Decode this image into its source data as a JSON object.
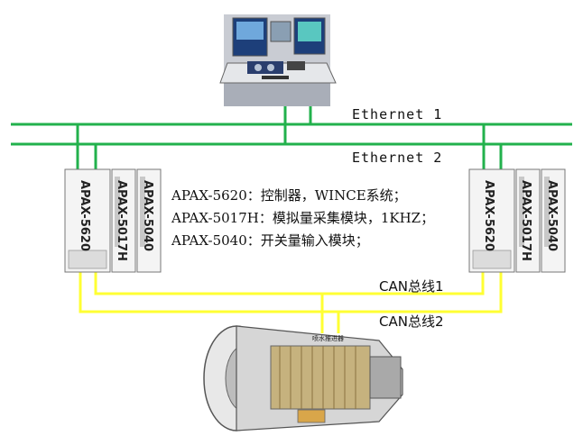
{
  "networks": {
    "ethernet1": "Ethernet  1",
    "ethernet2": "Ethernet  2",
    "can1": "CAN总线1",
    "can2": "CAN总线2"
  },
  "description": [
    "APAX-5620：控制器，WINCE系统；",
    "APAX-5017H：模拟量采集模块，1KHZ；",
    "APAX-5040：开关量输入模块；"
  ],
  "modules": {
    "left": [
      "APAX-5620",
      "APAX-5017H",
      "APAX-5040"
    ],
    "right": [
      "APAX-5620",
      "APAX-5017H",
      "APAX-5040"
    ]
  },
  "engine_label": "喷水推进器",
  "colors": {
    "ethernet": "#22b14c",
    "can": "#ffff33",
    "module_fill": "#f4f4f4",
    "module_stroke": "#777777"
  }
}
